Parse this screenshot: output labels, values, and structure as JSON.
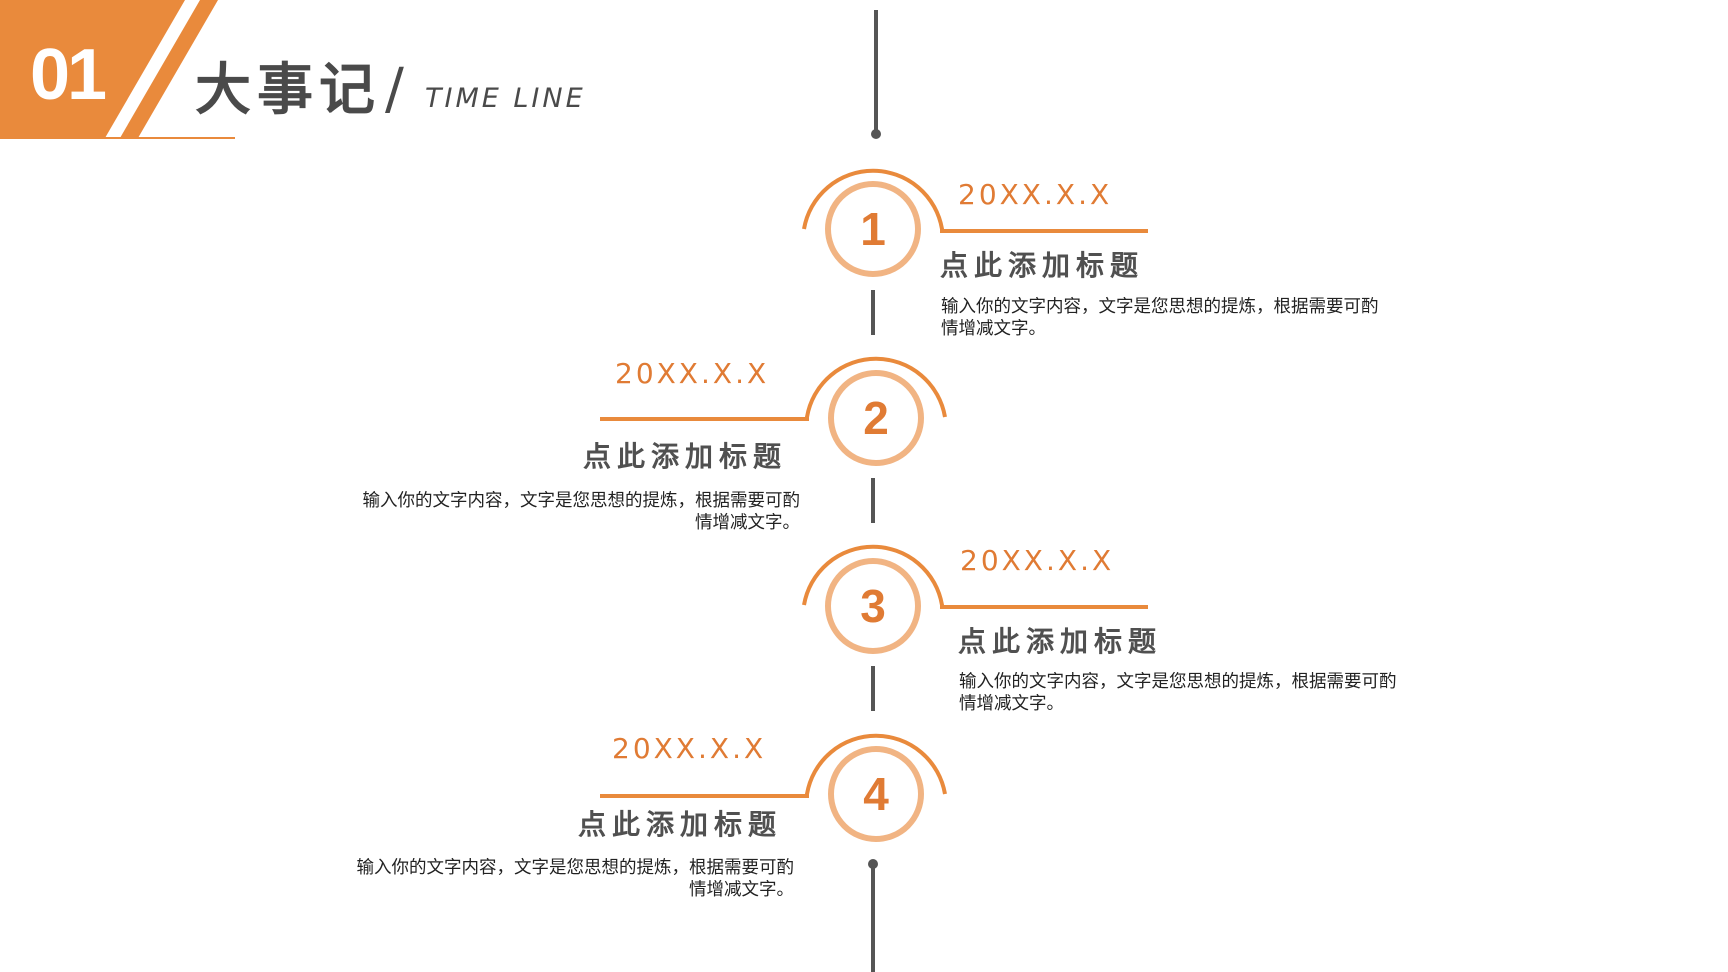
{
  "header": {
    "number": "01",
    "title": "大事记",
    "slash": "/",
    "subtitle": "TIME LINE"
  },
  "colors": {
    "accent": "#e98a3c",
    "accent_light": "#f1b483",
    "accent_text": "#e07b34",
    "line": "#555555",
    "text_dark": "#222222"
  },
  "milestones": [
    {
      "number": "1",
      "date": "20XX.X.X",
      "title": "点此添加标题",
      "description": "输入你的文字内容，文字是您思想的提炼，根据需要可酌\n情增减文字。"
    },
    {
      "number": "2",
      "date": "20XX.X.X",
      "title": "点此添加标题",
      "description": "输入你的文字内容，文字是您思想的提炼，根据需要可酌\n情增减文字。"
    },
    {
      "number": "3",
      "date": "20XX.X.X",
      "title": "点此添加标题",
      "description": "输入你的文字内容，文字是您思想的提炼，根据需要可酌\n情增减文字。"
    },
    {
      "number": "4",
      "date": "20XX.X.X",
      "title": "点此添加标题",
      "description": "输入你的文字内容，文字是您思想的提炼，根据需要可酌\n情增减文字。"
    }
  ]
}
